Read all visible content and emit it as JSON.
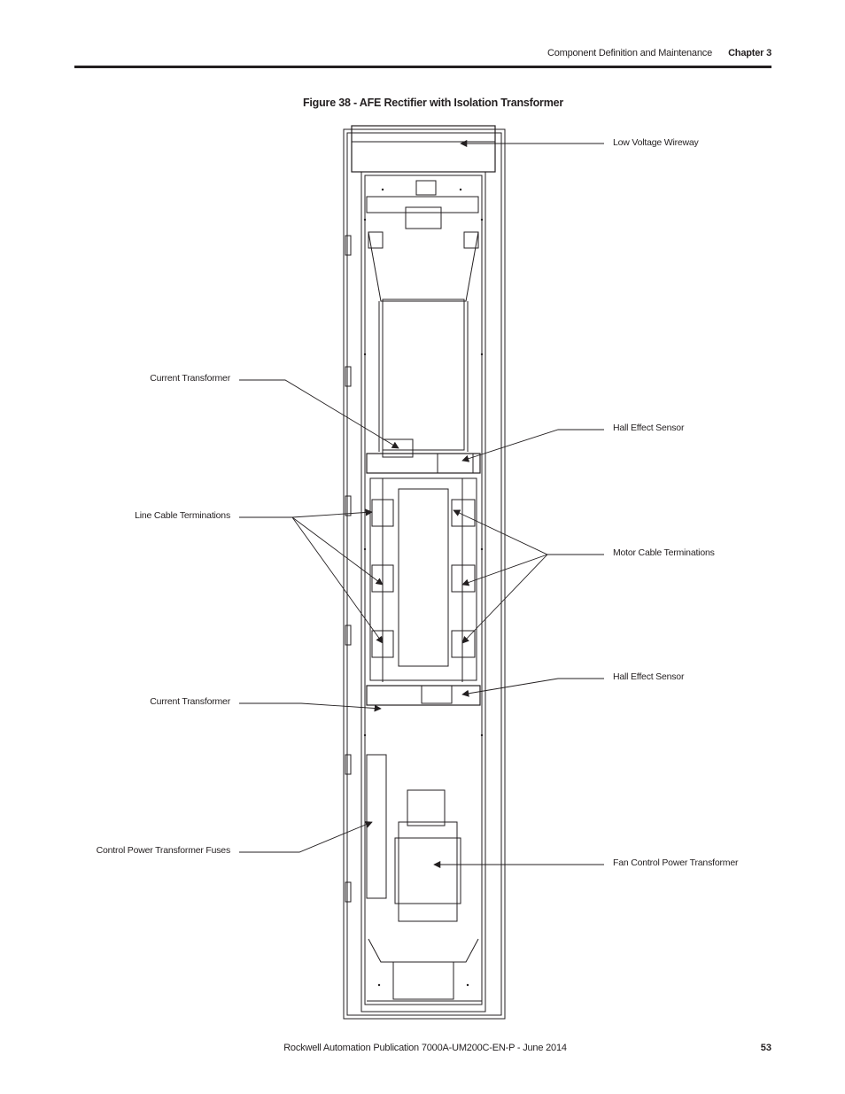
{
  "header": {
    "section": "Component Definition and Maintenance",
    "chapter": "Chapter 3"
  },
  "figure": {
    "title": "Figure 38 - AFE Rectifier with Isolation Transformer",
    "labels": {
      "low_voltage_wireway": "Low Voltage Wireway",
      "current_transformer_top": "Current Transformer",
      "hall_effect_sensor_top": "Hall Effect Sensor",
      "line_cable_terminations": "Line Cable Terminations",
      "motor_cable_terminations": "Motor Cable Terminations",
      "hall_effect_sensor_bottom": "Hall Effect Sensor",
      "current_transformer_bottom": "Current Transformer",
      "control_power_transformer_fuses": "Control Power Transformer Fuses",
      "fan_control_power_transformer": "Fan Control Power Transformer"
    }
  },
  "footer": {
    "publication": "Rockwell Automation Publication 7000A-UM200C-EN-P - June 2014",
    "page_number": "53"
  }
}
